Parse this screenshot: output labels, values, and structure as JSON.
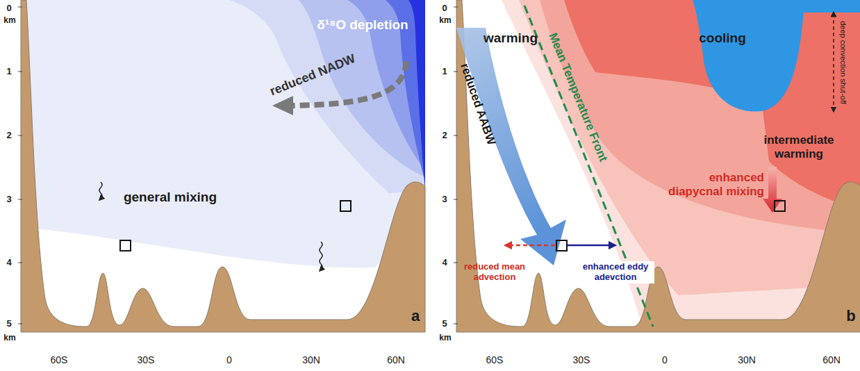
{
  "diagram": {
    "labels": [
      "0",
      "km",
      "1",
      "2",
      "3",
      "4",
      "5",
      "km",
      "60S",
      "30S",
      "0",
      "30N",
      "60N",
      "δ¹⁸O depletion",
      "reduced NADW",
      "general mixing",
      "a",
      "0",
      "km",
      "1",
      "2",
      "3",
      "4",
      "5",
      "km",
      "60S",
      "30S",
      "0",
      "30N",
      "60N",
      "warming",
      "cooling",
      "Mean Temperature Front",
      "reduced AABW",
      "deep convection shut-off",
      "intermediate warming",
      "enhanced diapycnal mixing",
      "reduced mean advection",
      "enhanced eddy adevction",
      "b"
    ]
  }
}
